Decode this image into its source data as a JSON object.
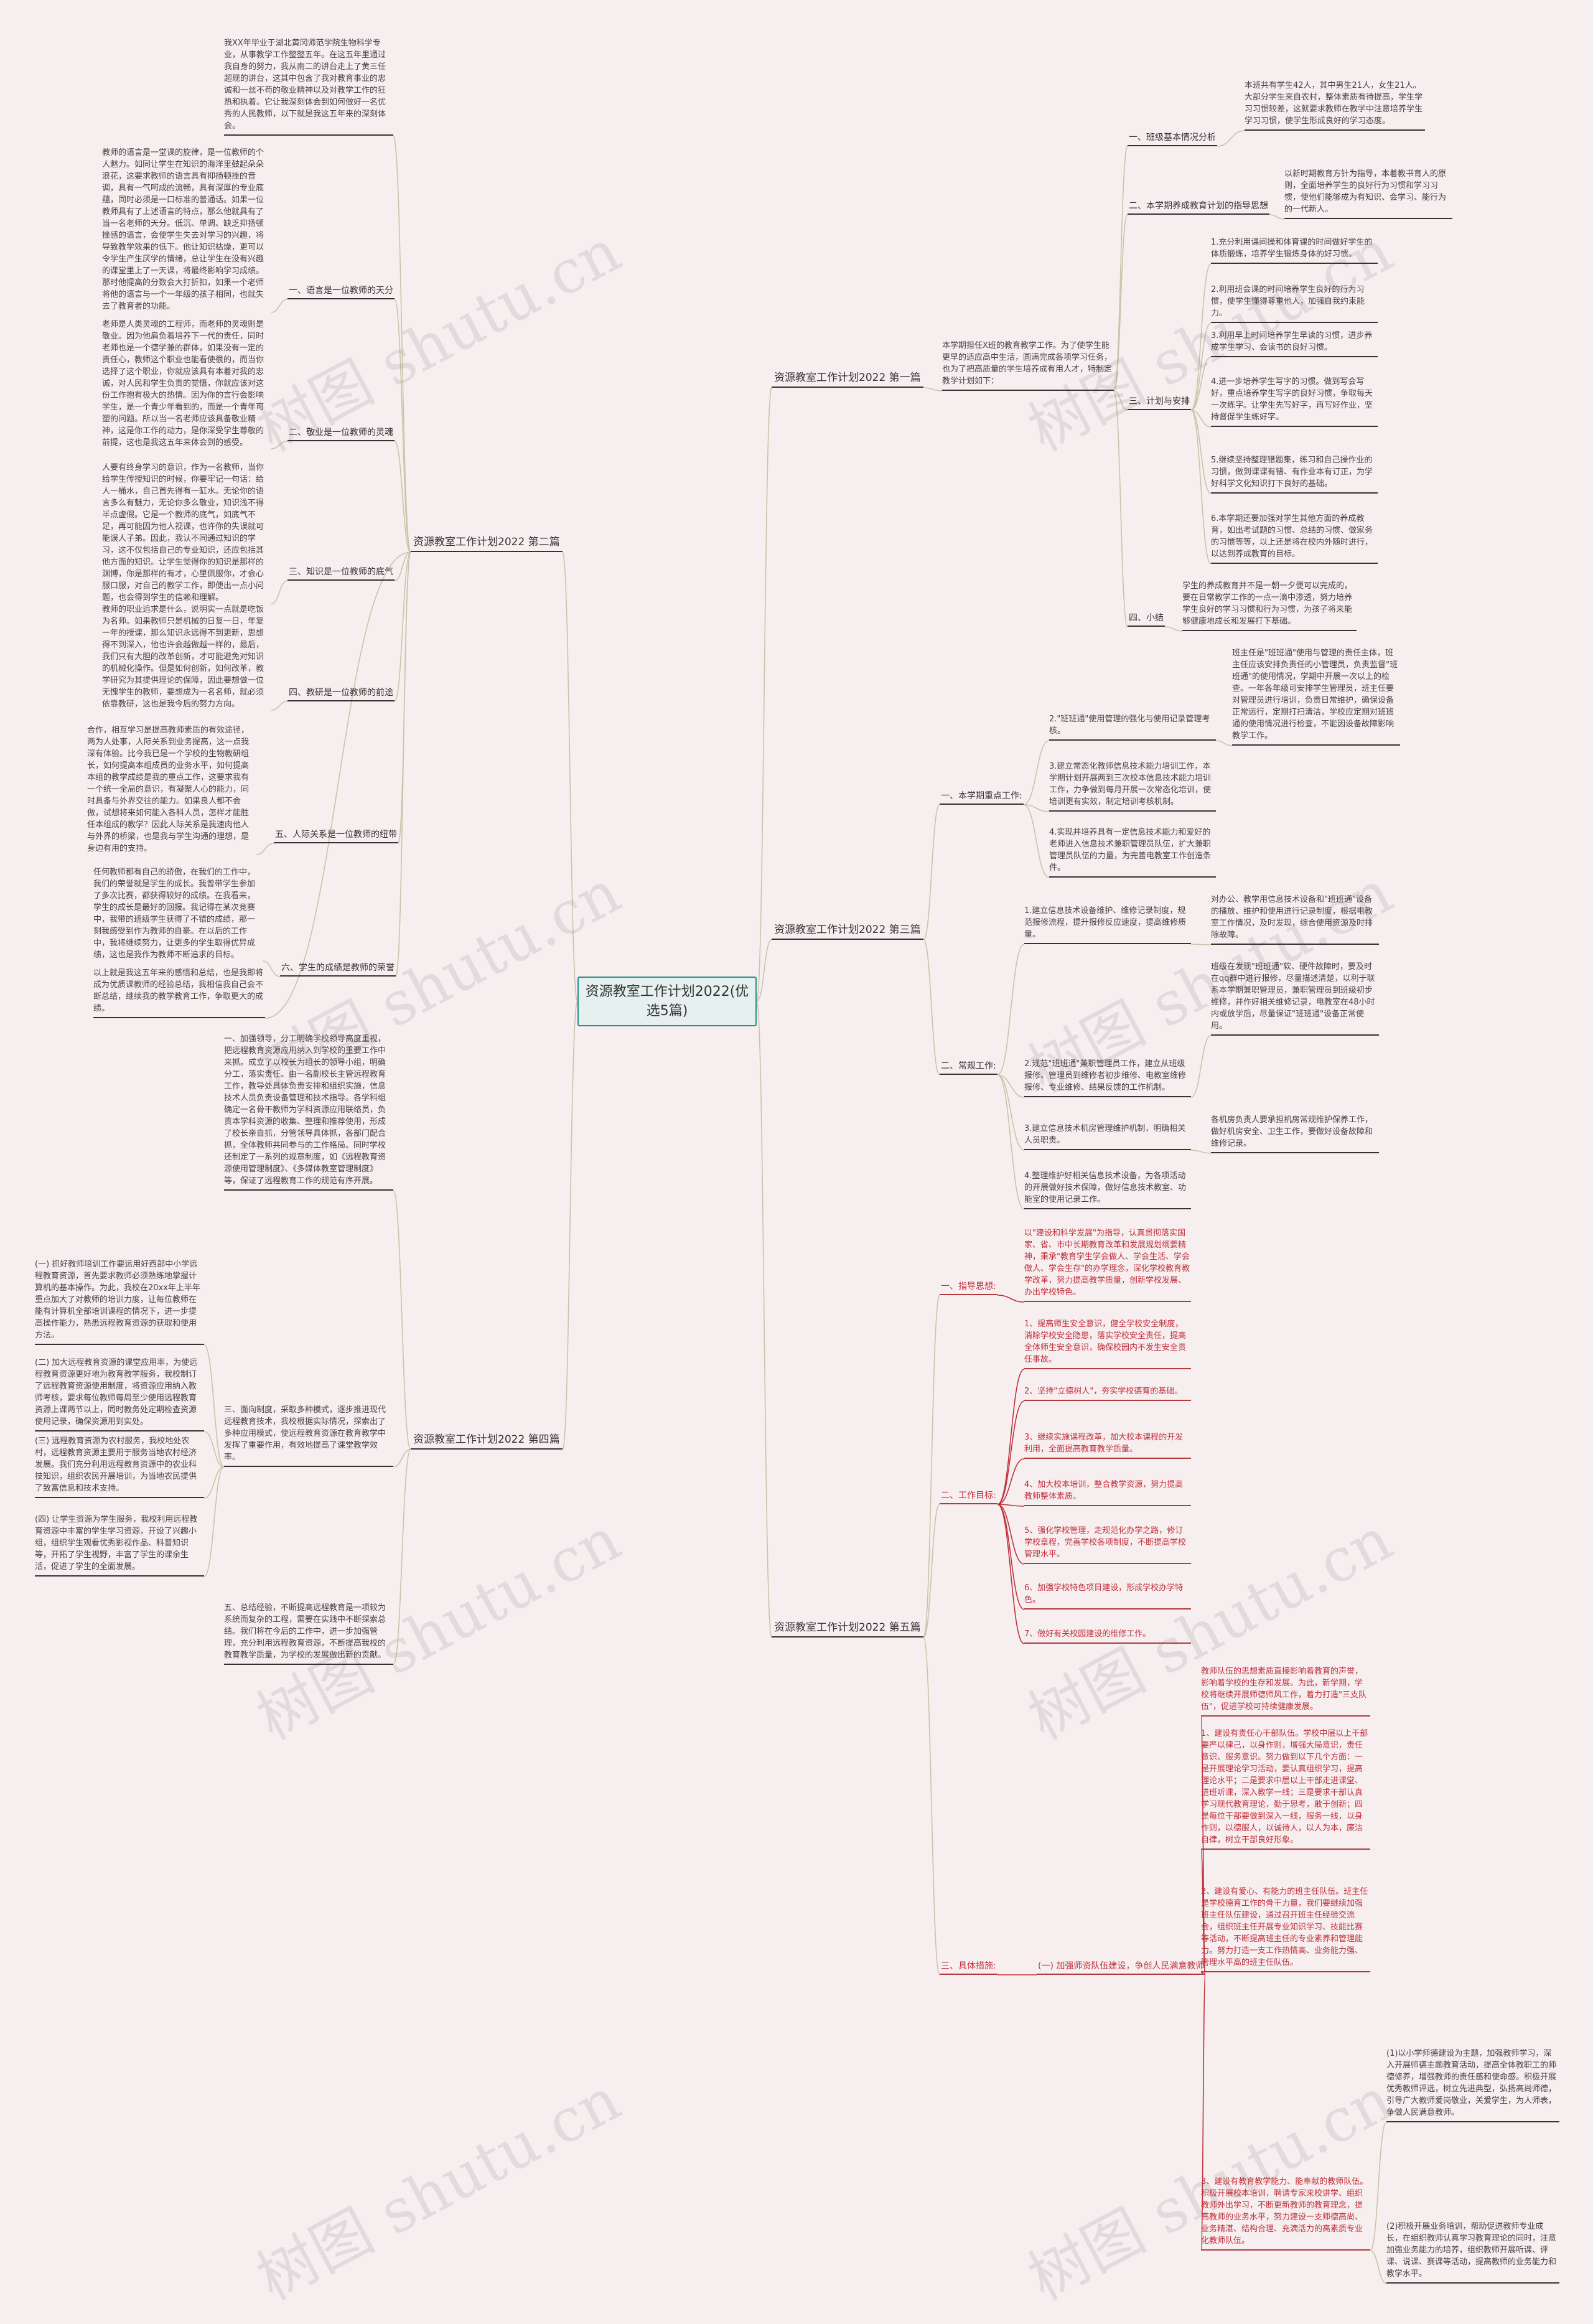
{
  "root": "资源教室工作计划2022(优选5篇)",
  "watermark": "树图 shutu.cn",
  "colors": {
    "accent": "#2a8f8f",
    "red": "#c0303a",
    "line": "#c9c4a8"
  },
  "branches": {
    "b1": "资源教室工作计划2022 第一篇",
    "b2": "资源教室工作计划2022 第二篇",
    "b3": "资源教室工作计划2022 第三篇",
    "b4": "资源教室工作计划2022 第四篇",
    "b5": "资源教室工作计划2022 第五篇"
  },
  "b2": {
    "intro": "我XX年毕业于湖北黄冈师范学院生物科学专业，从事教学工作整整五年。在这五年里通过我自身的努力，我从南二的讲台走上了黄三任超现的讲台，这其中包含了我对教育事业的忠诚和一丝不苟的敬业精神以及对教学工作的狂热和执着。它让我深刻体会到如何做好一名优秀的人民教师，以下就是我这五年来的深刻体会。",
    "s1_label": "一、语言是一位教师的天分",
    "s1_text": "教师的语言是一堂课的旋律，是一位教师的个人魅力。如同让学生在知识的海洋里鼓起朵朵浪花，这要求教师的语言具有抑扬顿挫的音调，具有一气呵成的流畅，具有深厚的专业底蕴，同时必须是一口标准的普通话。如果一位教师具有了上述语言的特点，那么他就具有了当一名老师的天分。低沉、单调、缺乏抑扬顿挫感的语言，会使学生失去对学习的兴趣，将导致教学效果的低下。他让知识枯燥，更可以令学生产生厌学的情绪，总让学生在没有兴趣的课堂里上了一天课，将最终影响学习成绩。那时他提高的分数会大打折扣，如果一个老师将他的语言与一个一年级的孩子相同，也就失去了教育者的功能。",
    "s2_label": "二、敬业是一位教师的灵魂",
    "s2_text": "老师是人类灵魂的工程师，而老师的灵魂则是敬业。因为他肩负着培养下一代的责任，同时老师也是一个德学兼的群体，如果没有一定的责任心，教师这个职业也能看使很的，而当你选择了这个职业，你就应该具有本着对我的忠诚，对人民和学生负责的觉悟，你就应该对这份工作抱有极大的热情。因为你的言行会影响学生，是一个青少年看到的，而是一个青年可塑的问题。所以当一名老师应该具备敬业精神，这是你工作的动力，是你深受学生尊敬的前提，这也是我这五年来体会到的感受。",
    "s3_label": "三、知识是一位教师的底气",
    "s3_text": "人要有终身学习的意识，作为一名教师，当你给学生传授知识的时候，你要牢记一句话：给人一桶水，自己首先得有一缸水。无论你的语言多么有魅力，无论你多么敬业，知识浅不得半点虚假。它是一个教师的底气，如底气不足，再可能因为他人视课，也许你的失误就可能误人子弟。因此，我认不同通过知识的学习，这不仅包括自己的专业知识，还应包括其他方面的知识。让学生觉得你的知识是那样的渊博，你是那样的有才，心里佩服你，才会心服口服，对自己的教学工作，即便出一点小问题，也会得到学生的信赖和理解。",
    "s4_label": "四、教研是一位教师的前途",
    "s4_text": "教师的职业追求是什么，说明实一点就是吃饭为名师。如果教师只是机械的日复一日，年复一年的授课，那么知识永远得不到更新，思想得不到深入，他也许会越做越一样的，最后，我们只有大胆的改革创新，才可能避免对知识的机械化操作。但是如何创新，如何改革，教学研究为其提供理论的保障，因此要想做一位无愧学生的教师，要想成为一名名师，就必须依靠教研，这也是我今后的努力方向。",
    "s5_label": "五、人际关系是一位教师的纽带",
    "s5_text": "合作，相互学习是提高教师素质的有效途径，两为人处事，人际关系到业务提高，这一点我深有体验。比今我已是一个学校的生物教研组长，如何提高本组成员的业务水平，如何提高本组的教学成绩是我的重点工作，这要求我有一个统一全局的意识，有凝聚人心的能力，同时具备与外界交往的能力。如果良人都不会做，试想将来如何能入各科人员，怎样才能胜任本组成的教学？因此人际关系是我速肉他人与外界的桥梁，也是我与学生沟通的理想，是身边有用的支持。",
    "s6_label": "六、学生的成绩是教师的荣誉",
    "s6_text": "任何教师都有自己的骄傲，在我们的工作中，我们的荣誉就是学生的成长。我曾带学生参加了多次比赛，都获得较好的成绩。在我看来，学生的成长是最好的回报。我记得在某次竞赛中，我带的班级学生获得了不错的成绩，那一刻我感受到作为教师的自豪。在以后的工作中，我将继续努力，让更多的学生取得优异成绩，这也是我作为教师不断追求的目标。",
    "s7_text": "以上就是我这五年来的感悟和总结，也是我即将成为优质课教师的经验总结，我相信我自己会不断总结，继续我的教学教育工作，争取更大的成绩。"
  },
  "b4": {
    "s1_text": "一、加强领导，分工明确学校领导高度重视，把远程教育资源应用纳入到学校的重要工作中来抓。成立了以校长为组长的领导小组，明确分工，落实责任。由一名副校长主管远程教育工作，教导处具体负责安排和组织实施，信息技术人员负责设备管理和技术指导。各学科组确定一名骨干教师为学科资源应用联络员，负责本学科资源的收集、整理和推荐使用，形成了校长亲自抓，分管领导具体抓，各部门配合抓，全体教师共同参与的工作格局。同时学校还制定了一系列的规章制度，如《远程教育资源使用管理制度》、《多媒体教室管理制度》等，保证了远程教育工作的规范有序开展。",
    "s2_p1": "(一) 抓好教师培训工作要运用好西部中小学远程教育资源，首先要求教师必须熟练地掌握计算机的基本操作。为此，我校在20xx年上半年重点加大了对教师的培训力度，让每位教师在能有计算机全部培训课程的情况下，进一步提高操作能力，熟悉远程教育资源的获取和使用方法。",
    "s2_p2": "(二) 加大远程教育资源的课堂应用率，为使远程教育资源更好地为教育教学服务，我校制订了远程教育资源使用制度，将资源应用纳入教师考核，要求每位教师每周至少使用远程教育资源上课两节以上，同时教务处定期检查资源使用记录，确保资源用到实处。",
    "s2_p3": "(三) 远程教育资源为农村服务，我校地处农村，远程教育资源主要用于服务当地农村经济发展。我们充分利用远程教育资源中的农业科技知识，组织农民开展培训，为当地农民提供了致富信息和技术支持。",
    "s2_p4": "(四) 让学生资源为学生服务，我校利用远程教育资源中丰富的学生学习资源，开设了兴趣小组，组织学生观看优秀影视作品、科普知识等，开拓了学生视野，丰富了学生的课余生活，促进了学生的全面发展。",
    "s3_text": "三、面向制度，采取多种模式，逐步推进现代远程教育技术，我校根据实际情况，探索出了多种应用模式，使远程教育资源在教育教学中发挥了重要作用，有效地提高了课堂教学效率。",
    "s4_text": "五、总结经验，不断提高远程教育是一项较为系统而复杂的工程，需要在实践中不断探索总结。我们将在今后的工作中，进一步加强管理，充分利用远程教育资源，不断提高我校的教育教学质量，为学校的发展做出新的贡献。"
  },
  "b1": {
    "intro": "本学期担任X班的教育教学工作。为了使学生能更早的适应高中生活，圆满完成各项学习任务，也为了把高质量的学生培养成有用人才，特制定教学计划如下：",
    "s1_label": "一、班级基本情况分析",
    "s1_text": "本班共有学生42人，其中男生21人，女生21人。大部分学生来自农村，整体素质有待提高，学生学习习惯较差，这就要求教师在教学中注意培养学生学习习惯，使学生形成良好的学习态度。",
    "s2_label": "二、本学期养成教育计划的指导思想",
    "s2_text": "以新时期教育方针为指导，本着教书育人的原则，全面培养学生的良好行为习惯和学习习惯，使他们能够成为有知识、会学习、能行为的一代新人。",
    "s3_label": "三、计划与安排",
    "s3_items": [
      "1.充分利用课间操和体育课的时间做好学生的体质锻炼，培养学生锻炼身体的好习惯。",
      "2.利用班会课的时间培养学生良好的行为习惯，使学生懂得尊重他人，加强自我约束能力。",
      "3.利用早上时间培养学生早读的习惯，进步养成学生学习、会读书的良好习惯。",
      "4.进一步培养学生写字的习惯。做到写会写好，重点培养学生写字的良好习惯，争取每天一次练字。让学生先写好字，再写好作业，坚持督促学生练好字。",
      "5.继续坚持整理错题集，练习和自己操作业的习惯，做到课课有错、有作业本有订正，为学好科学文化知识打下良好的基础。",
      "6.本学期还要加强对学生其他方面的养成教育，如出考试题的习惯、总结的习惯、做家务的习惯等等，以上还是将在校内外随时进行，以达到养成教育的目标。"
    ],
    "s4_label": "四、小结",
    "s4_text": "学生的养成教育并不是一朝一夕便可以完成的，要在日常教学工作的一点一滴中渗透，努力培养学生良好的学习习惯和行为习惯，为孩子将来能够健康地成长和发展打下基础。"
  },
  "b3": {
    "s1_label": "一、本学期重点工作:",
    "s1_intro": "班主任是\"班班通\"使用与管理的责任主体，班主任应该安排负责任的小管理员，负责监督\"班班通\"的使用情况，学期中开展一次以上的检查。一年各年级可安排学生管理员，班主任要对管理员进行培训，负责日常维护，确保设备正常运行，定期打扫清洁，学校应定期对班班通的使用情况进行检查，不能因设备故障影响教学工作。",
    "s1_items": [
      "2.\"班班通\"使用管理的强化与使用记录管理考核。",
      "3.建立常态化教师信息技术能力培训工作，本学期计划开展两到三次校本信息技术能力培训工作，力争做到每月开展一次常态化培训，使培训更有实效，制定培训考核机制。",
      "4.实现并培养具有一定信息技术能力和爱好的老师进入信息技术兼职管理员队伍，扩大兼职管理员队伍的力量，为完善电教室工作创造条件。"
    ],
    "s2_label": "二、常规工作:",
    "s2_items": [
      "1.建立信息技术设备维护、维修记录制度，规范报修流程，提升报修反应速度，提高维修质量。",
      "2.规范\"班班通\"兼职管理员工作，建立从班级报修、管理员到维修者初步维修、电教室维修报修、专业维修、结果反馈的工作机制。",
      "3.建立信息技术机房管理维护机制，明确相关人员职责。",
      "4.整理维护好相关信息技术设备，为各项活动的开展做好技术保障，做好信息技术教室、功能室的使用记录工作。"
    ],
    "s2_r1": "对办公、教学用信息技术设备和\"班班通\"设备的播放、维护和使用进行记录制度，根据电教室工作情况，及时发现，综合使用资源及时排除故障。",
    "s2_r2": "班级在发现\"班班通\"软、硬件故障时，要及时在qq群中进行报修，尽量描述清楚，以利于联系本学期兼职管理员，兼职管理员到班级初步维修，并作好相关维修记录，电教室在48小时内或放学后，尽量保证\"班班通\"设备正常使用。",
    "s2_r3": "各机房负责人要承担机房常规维护保养工作，做好机房安全、卫生工作，要做好设备故障和维修记录。",
    "s2_r4": ""
  },
  "b5": {
    "s1_label": "一、指导思想:",
    "s1_text": "以\"建设和科学发展\"为指导，认真贯彻落实国家、省、市中长期教育改革和发展规划纲要精神，秉承\"教育学生学会做人、学会生活、学会做人、学会生存\"的办学理念，深化学校教育教学改革，努力提高教学质量，创新学校发展、办出学校特色。",
    "s2_label": "二、工作目标:",
    "s2_items": [
      "1、提高师生安全意识，健全学校安全制度，消除学校安全隐患，落实学校安全责任，提高全体师生安全意识，确保校园内不发生安全责任事故。",
      "2、坚持\"立德树人\"，夯实学校德育的基础。",
      "3、继续实施课程改革，加大校本课程的开发利用，全面提高教育教学质量。",
      "4、加大校本培训，整合教学资源，努力提高教师整体素质。",
      "5、强化学校管理，走规范化办学之路，修订学校章程，完善学校各项制度，不断提高学校管理水平。",
      "6、加强学校特色项目建设，形成学校办学特色。",
      "7、做好有关校园建设的维修工作。"
    ],
    "s3_label": "三、具体措施:",
    "s3_head": "(一) 加强师资队伍建设，争创人民满意教师",
    "s3_intro": "教师队伍的思想素质直接影响着教育的声誉，影响着学校的生存和发展。为此，新学期，学校将继续开展师德师风工作，着力打造\"三支队伍\"，促进学校可持续健康发展。",
    "s3_p1": "1、建设有责任心干部队伍。学校中层以上干部要严以律己，以身作则，增强大局意识，责任意识、服务意识。努力做到以下几个方面：一是开展理论学习活动，要认真组织学习，提高理论水平；二是要求中层以上干部走进课堂、进班听课，深入教学一线；三是要求干部认真学习现代教育理论，勤于思考，敢于创新；四是每位干部要做到深入一线，服务一线，以身作则，以德服人，以诚待人，以人为本，廉洁自律，树立干部良好形象。",
    "s3_p2": "2、建设有爱心、有能力的班主任队伍。班主任是学校德育工作的骨干力量，我们要继续加强班主任队伍建设，通过召开班主任经验交流会，组织班主任开展专业知识学习、技能比赛等活动，不断提高班主任的专业素养和管理能力。努力打造一支工作热情高、业务能力强、管理水平高的班主任队伍。",
    "s3_p3": "3、建设有教育教学能力、能奉献的教师队伍。积极开展校本培训，聘请专家来校讲学、组织教师外出学习，不断更新教师的教育理念，提高教师的业务水平，努力建设一支师德高尚、业务精湛、结构合理、充满活力的高素质专业化教师队伍。",
    "s3_r1": "(1)以小学师德建设为主题，加强教师学习，深入开展师德主题教育活动，提高全体教职工的师德修养，增强教师的责任感和使命感。积极开展优秀教师评选，树立先进典型，弘扬高尚师德，引导广大教师爱岗敬业，关爱学生，为人师表，争做人民满意教师。",
    "s3_r2": "(2)积极开展业务培训，帮助促进教师专业成长，在组织教师认真学习教育理论的同时，注意加强业务能力的培养，组织教师开展听课、评课、说课、赛课等活动，提高教师的业务能力和教学水平。"
  }
}
